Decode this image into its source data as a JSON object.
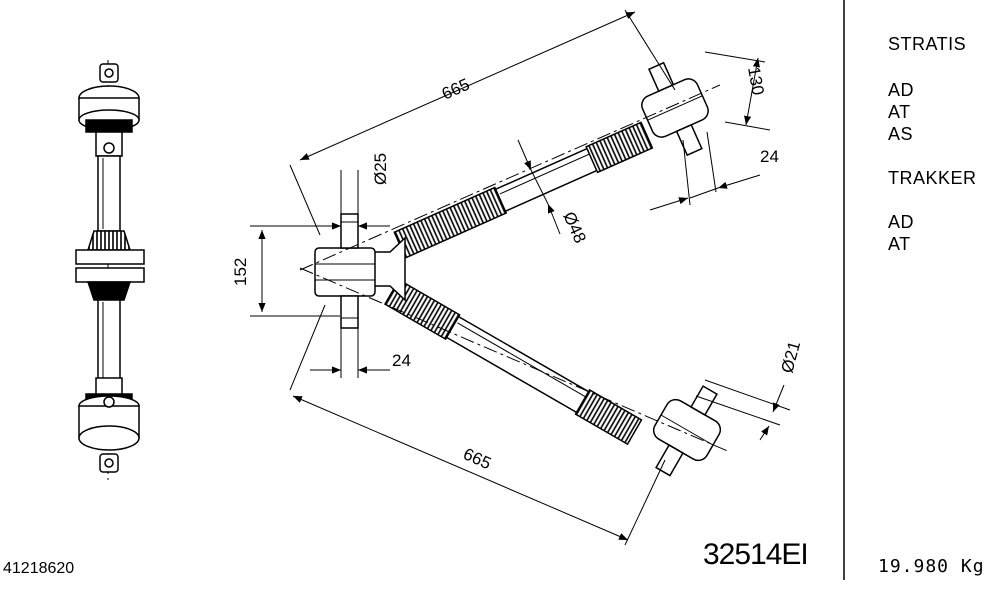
{
  "drawing": {
    "dimensions": {
      "length_top": "665",
      "length_bottom": "665",
      "height_top_end": "130",
      "pin_top_end": "24",
      "pin_apex": "24",
      "dia_pin": "Ø25",
      "dia_tube": "Ø48",
      "dia_end": "Ø21",
      "apex_height": "152"
    },
    "part_number": "32514EI",
    "reference_code": "41218620",
    "weight": "19.980 Kg"
  },
  "sidebar": {
    "groups": [
      {
        "brand": "STRATIS",
        "models": [
          "AD",
          "AT",
          "AS"
        ]
      },
      {
        "brand": "TRAKKER",
        "models": [
          "AD",
          "AT"
        ]
      }
    ]
  },
  "colors": {
    "line": "#000000",
    "background": "#ffffff"
  }
}
